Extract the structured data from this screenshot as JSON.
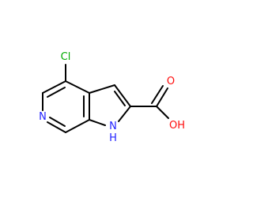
{
  "molecule": {
    "atoms": {
      "chlorine": {
        "label": "Cl",
        "color": "#00aa00"
      },
      "pyridine_nitrogen": {
        "label": "N",
        "color": "#2222ff"
      },
      "pyrrole_nitrogen": {
        "label": "N",
        "hydrogen": "H",
        "color": "#2222ff"
      },
      "carbonyl_oxygen": {
        "label": "O",
        "color": "#ff0d0d"
      },
      "hydroxyl": {
        "label": "OH",
        "color": "#ff0d0d"
      }
    },
    "bond_color": "#000000",
    "background": "#ffffff"
  }
}
